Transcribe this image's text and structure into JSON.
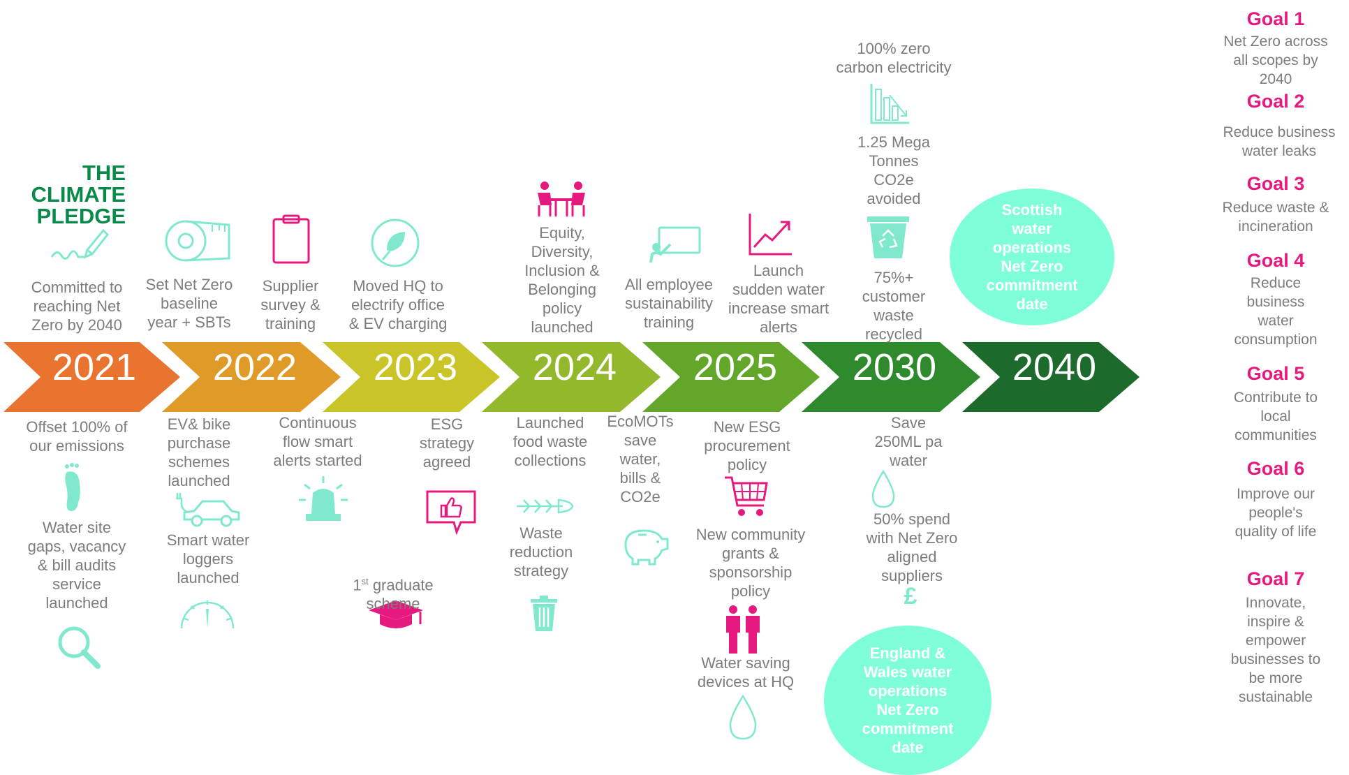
{
  "years": [
    "2021",
    "2022",
    "2023",
    "2024",
    "2025",
    "2030",
    "2040"
  ],
  "arrow_colors": [
    "#e8742f",
    "#e09a28",
    "#c9c529",
    "#93b82b",
    "#62a72a",
    "#2f8a2d",
    "#1d6b2c"
  ],
  "pledge_logo": {
    "line1": "THE",
    "line2": "CLIMATE",
    "line3": "PLEDGE"
  },
  "above": {
    "y2021": "Committed to\nreaching Net\nZero by 2040",
    "y2022a": "Set Net Zero\nbaseline\nyear + SBTs",
    "y2022b": "Supplier\nsurvey &\ntraining",
    "y2023": "Moved HQ to\nelectrify office\n& EV charging",
    "y2024": "Equity,\nDiversity,\nInclusion &\nBelonging\npolicy\nlaunched",
    "y2025a": "All employee\nsustainability\ntraining",
    "y2025b": "Launch\nsudden water\nincrease smart\nalerts",
    "y2030a": "100% zero\ncarbon electricity",
    "y2030b": "1.25 Mega\nTonnes\nCO2e\navoided",
    "y2030c": "75%+\ncustomer\nwaste\nrecycled"
  },
  "below": {
    "y2021a": "Offset 100% of\nour emissions",
    "y2021b": "Water site\ngaps, vacancy\n& bill audits\nservice\nlaunched",
    "y2022a": "EV& bike\npurchase\nschemes\nlaunched",
    "y2022b": "Smart water\nloggers\nlaunched",
    "y2022c": "Continuous\nflow smart\nalerts started",
    "y2023a": "ESG\nstrategy\nagreed",
    "y2023b_main": "1",
    "y2023b_sup": "st",
    "y2023b_rest": " graduate\nscheme",
    "y2024a": "Launched\nfood waste\ncollections",
    "y2024b": "Waste\nreduction\nstrategy",
    "y2024c": "EcoMOTs\nsave\nwater,\nbills &\nCO2e",
    "y2025a": "New ESG\nprocurement\npolicy",
    "y2025b": "New community\ngrants &\nsponsorship\npolicy",
    "y2025c": "Water saving\ndevices at HQ",
    "y2030a": "Save\n250ML pa\nwater",
    "y2030b": "50% spend\nwith Net Zero\naligned\nsuppliers",
    "pound": "£"
  },
  "circles": {
    "scottish": "Scottish\nwater\noperations\nNet Zero\ncommitment\ndate",
    "england": "England &\nWales water\noperations\nNet Zero\ncommitment\ndate"
  },
  "goals": [
    {
      "title": "Goal 1",
      "text": "Net Zero across\nall scopes by\n2040"
    },
    {
      "title": "Goal 2",
      "text": "Reduce business\nwater leaks"
    },
    {
      "title": "Goal 3",
      "text": "Reduce waste &\nincineration"
    },
    {
      "title": "Goal 4",
      "text": "Reduce\nbusiness\nwater\nconsumption"
    },
    {
      "title": "Goal 5",
      "text": "Contribute to\nlocal\ncommunities"
    },
    {
      "title": "Goal 6",
      "text": "Improve our\npeople's\nquality of life"
    },
    {
      "title": "Goal 7",
      "text": "Innovate,\ninspire &\nempower\nbusinesses to\nbe more\nsustainable"
    }
  ],
  "colors": {
    "accent_pink": "#e6197f",
    "mint": "#7fffd9",
    "icon_mint": "#80e8cc",
    "pledge_green": "#0a8a4a"
  }
}
